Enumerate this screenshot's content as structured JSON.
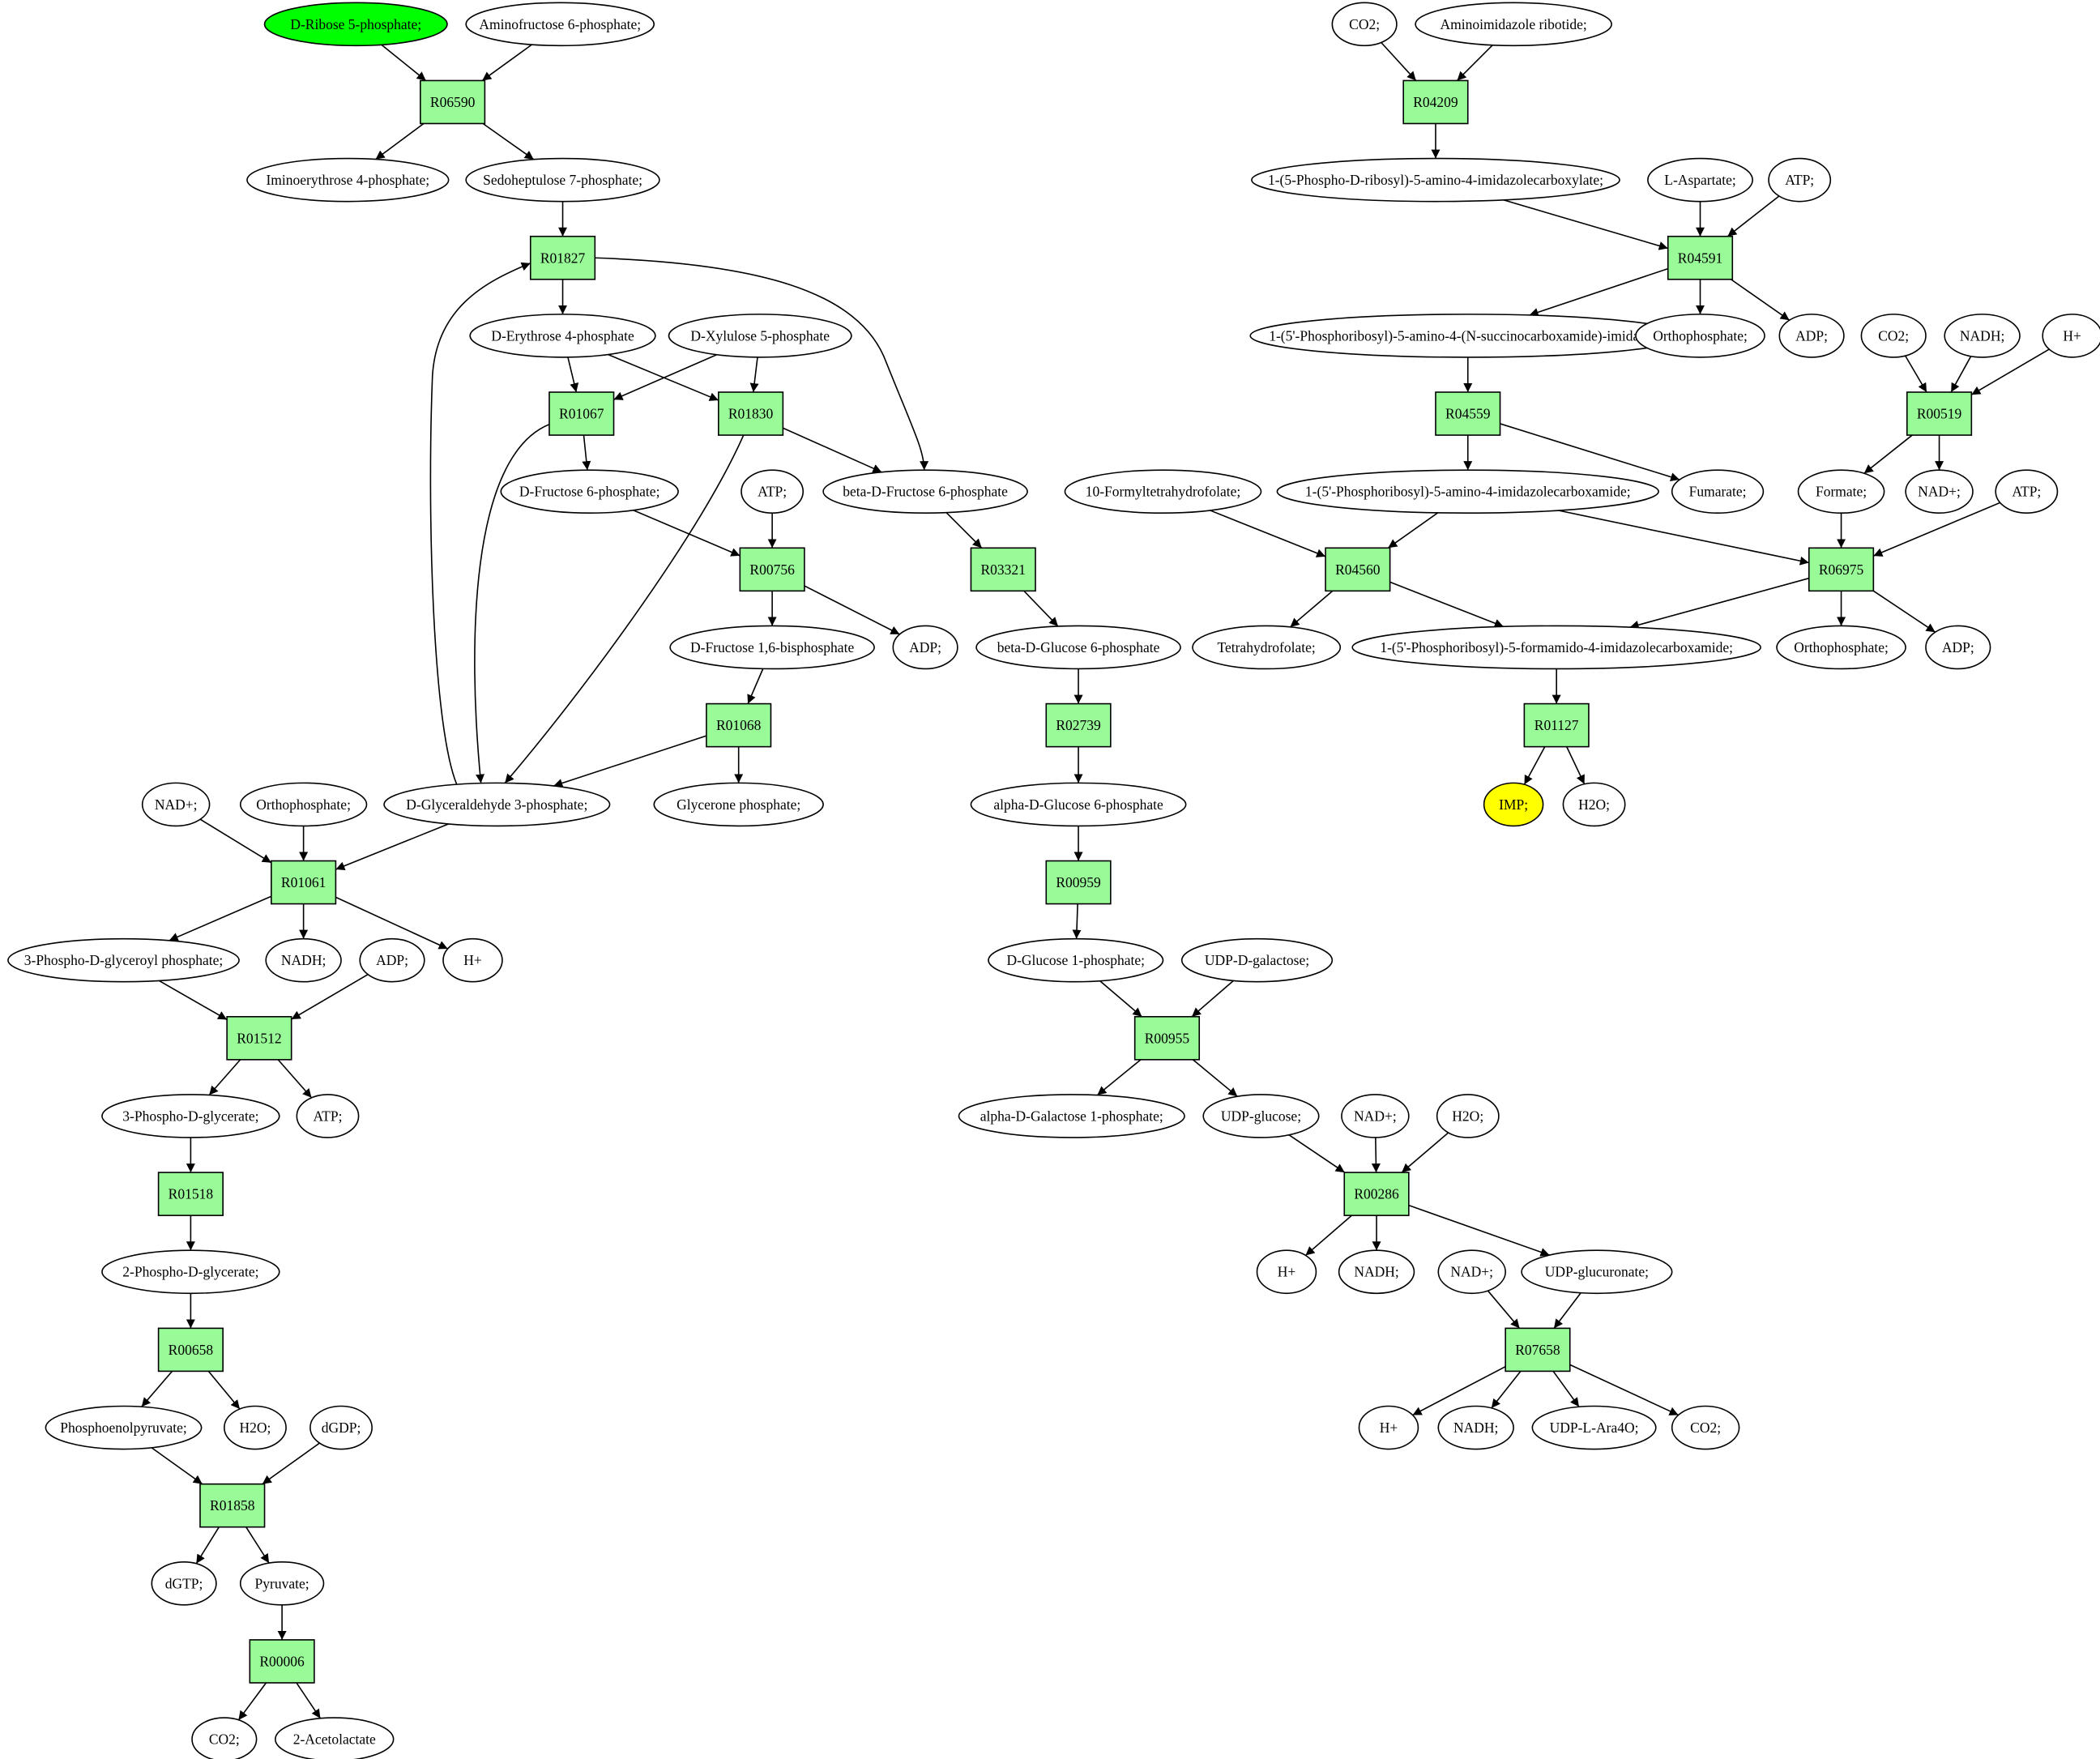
{
  "colors": {
    "reaction_fill": "#98fb98",
    "start_fill": "#00ff00",
    "end_fill": "#ffff00",
    "default_fill": "#ffffff"
  },
  "nodes": {
    "c_ribose": {
      "label": "D-Ribose 5-phosphate;",
      "type": "compound",
      "fill": "start"
    },
    "c_aminofructose": {
      "label": "Aminofructose 6-phosphate;",
      "type": "compound"
    },
    "r06590": {
      "label": "R06590",
      "type": "reaction"
    },
    "c_iminoerythrose": {
      "label": "Iminoerythrose 4-phosphate;",
      "type": "compound"
    },
    "c_sedoheptulose": {
      "label": "Sedoheptulose 7-phosphate;",
      "type": "compound"
    },
    "r01827": {
      "label": "R01827",
      "type": "reaction"
    },
    "c_erythrose": {
      "label": "D-Erythrose 4-phosphate",
      "type": "compound"
    },
    "c_xylulose": {
      "label": "D-Xylulose 5-phosphate",
      "type": "compound"
    },
    "r01067": {
      "label": "R01067",
      "type": "reaction"
    },
    "r01830": {
      "label": "R01830",
      "type": "reaction"
    },
    "c_fru6p": {
      "label": "D-Fructose 6-phosphate;",
      "type": "compound"
    },
    "c_betafru6p": {
      "label": "beta-D-Fructose 6-phosphate",
      "type": "compound"
    },
    "c_atp1": {
      "label": "ATP;",
      "type": "compound"
    },
    "r00756": {
      "label": "R00756",
      "type": "reaction"
    },
    "r03321": {
      "label": "R03321",
      "type": "reaction"
    },
    "c_fbp": {
      "label": "D-Fructose 1,6-bisphosphate",
      "type": "compound"
    },
    "c_adp1": {
      "label": "ADP;",
      "type": "compound"
    },
    "c_betaglc6p": {
      "label": "beta-D-Glucose 6-phosphate",
      "type": "compound"
    },
    "r01068": {
      "label": "R01068",
      "type": "reaction"
    },
    "r02739": {
      "label": "R02739",
      "type": "reaction"
    },
    "c_nadp_a": {
      "label": "NAD+;",
      "type": "compound"
    },
    "c_pi_a": {
      "label": "Orthophosphate;",
      "type": "compound"
    },
    "c_gap": {
      "label": "D-Glyceraldehyde 3-phosphate;",
      "type": "compound"
    },
    "c_dhap": {
      "label": "Glycerone phosphate;",
      "type": "compound"
    },
    "c_alphaglc6p": {
      "label": "alpha-D-Glucose 6-phosphate",
      "type": "compound"
    },
    "r01061": {
      "label": "R01061",
      "type": "reaction"
    },
    "r00959": {
      "label": "R00959",
      "type": "reaction"
    },
    "c_bpg": {
      "label": "3-Phospho-D-glyceroyl phosphate;",
      "type": "compound"
    },
    "c_nadh_a": {
      "label": "NADH;",
      "type": "compound"
    },
    "c_adp2": {
      "label": "ADP;",
      "type": "compound"
    },
    "c_h_a": {
      "label": "H+",
      "type": "compound"
    },
    "c_glc1p": {
      "label": "D-Glucose 1-phosphate;",
      "type": "compound"
    },
    "c_udpgal": {
      "label": "UDP-D-galactose;",
      "type": "compound"
    },
    "r01512": {
      "label": "R01512",
      "type": "reaction"
    },
    "r00955": {
      "label": "R00955",
      "type": "reaction"
    },
    "c_3pg": {
      "label": "3-Phospho-D-glycerate;",
      "type": "compound"
    },
    "c_atp2": {
      "label": "ATP;",
      "type": "compound"
    },
    "c_gal1p": {
      "label": "alpha-D-Galactose 1-phosphate;",
      "type": "compound"
    },
    "c_udpglc": {
      "label": "UDP-glucose;",
      "type": "compound"
    },
    "c_nadp_b": {
      "label": "NAD+;",
      "type": "compound"
    },
    "c_h2o_b": {
      "label": "H2O;",
      "type": "compound"
    },
    "r01518": {
      "label": "R01518",
      "type": "reaction"
    },
    "r00286": {
      "label": "R00286",
      "type": "reaction"
    },
    "c_2pg": {
      "label": "2-Phospho-D-glycerate;",
      "type": "compound"
    },
    "c_h_b": {
      "label": "H+",
      "type": "compound"
    },
    "c_nadh_b": {
      "label": "NADH;",
      "type": "compound"
    },
    "c_nadp_c": {
      "label": "NAD+;",
      "type": "compound"
    },
    "c_udpglcA": {
      "label": "UDP-glucuronate;",
      "type": "compound"
    },
    "r00658": {
      "label": "R00658",
      "type": "reaction"
    },
    "r07658": {
      "label": "R07658",
      "type": "reaction"
    },
    "c_pep": {
      "label": "Phosphoenolpyruvate;",
      "type": "compound"
    },
    "c_h2o_a": {
      "label": "H2O;",
      "type": "compound"
    },
    "c_dgdp": {
      "label": "dGDP;",
      "type": "compound"
    },
    "c_h_c": {
      "label": "H+",
      "type": "compound"
    },
    "c_nadh_c": {
      "label": "NADH;",
      "type": "compound"
    },
    "c_udpara": {
      "label": "UDP-L-Ara4O;",
      "type": "compound"
    },
    "c_co2_c": {
      "label": "CO2;",
      "type": "compound"
    },
    "r01858": {
      "label": "R01858",
      "type": "reaction"
    },
    "c_dgtp": {
      "label": "dGTP;",
      "type": "compound"
    },
    "c_pyruvate": {
      "label": "Pyruvate;",
      "type": "compound"
    },
    "r00006": {
      "label": "R00006",
      "type": "reaction"
    },
    "c_co2_a": {
      "label": "CO2;",
      "type": "compound"
    },
    "c_acetolactate": {
      "label": "2-Acetolactate",
      "type": "compound"
    },
    "c_co2_top": {
      "label": "CO2;",
      "type": "compound"
    },
    "c_air": {
      "label": "Aminoimidazole ribotide;",
      "type": "compound"
    },
    "r04209": {
      "label": "R04209",
      "type": "reaction"
    },
    "c_cair": {
      "label": "1-(5-Phospho-D-ribosyl)-5-amino-4-imidazolecarboxylate;",
      "type": "compound"
    },
    "c_asp": {
      "label": "L-Aspartate;",
      "type": "compound"
    },
    "c_atp3": {
      "label": "ATP;",
      "type": "compound"
    },
    "r04591": {
      "label": "R04591",
      "type": "reaction"
    },
    "c_saicar": {
      "label": "1-(5'-Phosphoribosyl)-5-amino-4-(N-succinocarboxamide)-imidazole;",
      "type": "compound"
    },
    "c_pi_b": {
      "label": "Orthophosphate;",
      "type": "compound"
    },
    "c_adp3": {
      "label": "ADP;",
      "type": "compound"
    },
    "c_co2_b": {
      "label": "CO2;",
      "type": "compound"
    },
    "c_nadh_d": {
      "label": "NADH;",
      "type": "compound"
    },
    "c_h_d": {
      "label": "H+",
      "type": "compound"
    },
    "r04559": {
      "label": "R04559",
      "type": "reaction"
    },
    "r00519": {
      "label": "R00519",
      "type": "reaction"
    },
    "c_10fthf": {
      "label": "10-Formyltetrahydrofolate;",
      "type": "compound"
    },
    "c_aicar": {
      "label": "1-(5'-Phosphoribosyl)-5-amino-4-imidazolecarboxamide;",
      "type": "compound"
    },
    "c_fumarate": {
      "label": "Fumarate;",
      "type": "compound"
    },
    "c_formate": {
      "label": "Formate;",
      "type": "compound"
    },
    "c_nadp_d": {
      "label": "NAD+;",
      "type": "compound"
    },
    "c_atp4": {
      "label": "ATP;",
      "type": "compound"
    },
    "r04560": {
      "label": "R04560",
      "type": "reaction"
    },
    "r06975": {
      "label": "R06975",
      "type": "reaction"
    },
    "c_thf": {
      "label": "Tetrahydrofolate;",
      "type": "compound"
    },
    "c_faicar": {
      "label": "1-(5'-Phosphoribosyl)-5-formamido-4-imidazolecarboxamide;",
      "type": "compound"
    },
    "c_pi_c": {
      "label": "Orthophosphate;",
      "type": "compound"
    },
    "c_adp4": {
      "label": "ADP;",
      "type": "compound"
    },
    "r01127": {
      "label": "R01127",
      "type": "reaction"
    },
    "c_imp": {
      "label": "IMP;",
      "type": "compound",
      "fill": "end"
    },
    "c_h2o_c": {
      "label": "H2O;",
      "type": "compound"
    }
  },
  "edges": [
    [
      "c_ribose",
      "r06590"
    ],
    [
      "c_aminofructose",
      "r06590"
    ],
    [
      "r06590",
      "c_iminoerythrose"
    ],
    [
      "r06590",
      "c_sedoheptulose"
    ],
    [
      "c_sedoheptulose",
      "r01827"
    ],
    [
      "r01827",
      "c_erythrose"
    ],
    [
      "r01827",
      "c_betafru6p"
    ],
    [
      "c_gap",
      "r01827"
    ],
    [
      "c_erythrose",
      "r01067"
    ],
    [
      "c_xylulose",
      "r01067"
    ],
    [
      "c_erythrose",
      "r01830"
    ],
    [
      "c_xylulose",
      "r01830"
    ],
    [
      "r01067",
      "c_fru6p"
    ],
    [
      "r01067",
      "c_gap"
    ],
    [
      "r01830",
      "c_betafru6p"
    ],
    [
      "r01830",
      "c_gap"
    ],
    [
      "c_fru6p",
      "r00756"
    ],
    [
      "c_atp1",
      "r00756"
    ],
    [
      "r00756",
      "c_fbp"
    ],
    [
      "r00756",
      "c_adp1"
    ],
    [
      "c_betafru6p",
      "r03321"
    ],
    [
      "r03321",
      "c_betaglc6p"
    ],
    [
      "c_fbp",
      "r01068"
    ],
    [
      "r01068",
      "c_gap"
    ],
    [
      "r01068",
      "c_dhap"
    ],
    [
      "c_betaglc6p",
      "r02739"
    ],
    [
      "r02739",
      "c_alphaglc6p"
    ],
    [
      "c_nadp_a",
      "r01061"
    ],
    [
      "c_pi_a",
      "r01061"
    ],
    [
      "c_gap",
      "r01061"
    ],
    [
      "r01061",
      "c_bpg"
    ],
    [
      "r01061",
      "c_nadh_a"
    ],
    [
      "r01061",
      "c_h_a"
    ],
    [
      "c_alphaglc6p",
      "r00959"
    ],
    [
      "r00959",
      "c_glc1p"
    ],
    [
      "c_bpg",
      "r01512"
    ],
    [
      "c_adp2",
      "r01512"
    ],
    [
      "r01512",
      "c_3pg"
    ],
    [
      "r01512",
      "c_atp2"
    ],
    [
      "c_glc1p",
      "r00955"
    ],
    [
      "c_udpgal",
      "r00955"
    ],
    [
      "r00955",
      "c_gal1p"
    ],
    [
      "r00955",
      "c_udpglc"
    ],
    [
      "c_3pg",
      "r01518"
    ],
    [
      "r01518",
      "c_2pg"
    ],
    [
      "c_udpglc",
      "r00286"
    ],
    [
      "c_nadp_b",
      "r00286"
    ],
    [
      "c_h2o_b",
      "r00286"
    ],
    [
      "r00286",
      "c_h_b"
    ],
    [
      "r00286",
      "c_nadh_b"
    ],
    [
      "r00286",
      "c_udpglcA"
    ],
    [
      "c_2pg",
      "r00658"
    ],
    [
      "r00658",
      "c_pep"
    ],
    [
      "r00658",
      "c_h2o_a"
    ],
    [
      "c_nadp_c",
      "r07658"
    ],
    [
      "c_udpglcA",
      "r07658"
    ],
    [
      "r07658",
      "c_h_c"
    ],
    [
      "r07658",
      "c_nadh_c"
    ],
    [
      "r07658",
      "c_udpara"
    ],
    [
      "r07658",
      "c_co2_c"
    ],
    [
      "c_pep",
      "r01858"
    ],
    [
      "c_dgdp",
      "r01858"
    ],
    [
      "r01858",
      "c_dgtp"
    ],
    [
      "r01858",
      "c_pyruvate"
    ],
    [
      "c_pyruvate",
      "r00006"
    ],
    [
      "r00006",
      "c_co2_a"
    ],
    [
      "r00006",
      "c_acetolactate"
    ],
    [
      "c_co2_top",
      "r04209"
    ],
    [
      "c_air",
      "r04209"
    ],
    [
      "r04209",
      "c_cair"
    ],
    [
      "c_cair",
      "r04591"
    ],
    [
      "c_asp",
      "r04591"
    ],
    [
      "c_atp3",
      "r04591"
    ],
    [
      "r04591",
      "c_saicar"
    ],
    [
      "r04591",
      "c_pi_b"
    ],
    [
      "r04591",
      "c_adp3"
    ],
    [
      "c_saicar",
      "r04559"
    ],
    [
      "r04559",
      "c_aicar"
    ],
    [
      "r04559",
      "c_fumarate"
    ],
    [
      "c_co2_b",
      "r00519"
    ],
    [
      "c_nadh_d",
      "r00519"
    ],
    [
      "c_h_d",
      "r00519"
    ],
    [
      "r00519",
      "c_formate"
    ],
    [
      "r00519",
      "c_nadp_d"
    ],
    [
      "c_10fthf",
      "r04560"
    ],
    [
      "c_aicar",
      "r04560"
    ],
    [
      "r04560",
      "c_thf"
    ],
    [
      "r04560",
      "c_faicar"
    ],
    [
      "c_aicar",
      "r06975"
    ],
    [
      "c_formate",
      "r06975"
    ],
    [
      "c_atp4",
      "r06975"
    ],
    [
      "r06975",
      "c_faicar"
    ],
    [
      "r06975",
      "c_pi_c"
    ],
    [
      "r06975",
      "c_adp4"
    ],
    [
      "c_faicar",
      "r01127"
    ],
    [
      "r01127",
      "c_imp"
    ],
    [
      "r01127",
      "c_h2o_c"
    ]
  ]
}
